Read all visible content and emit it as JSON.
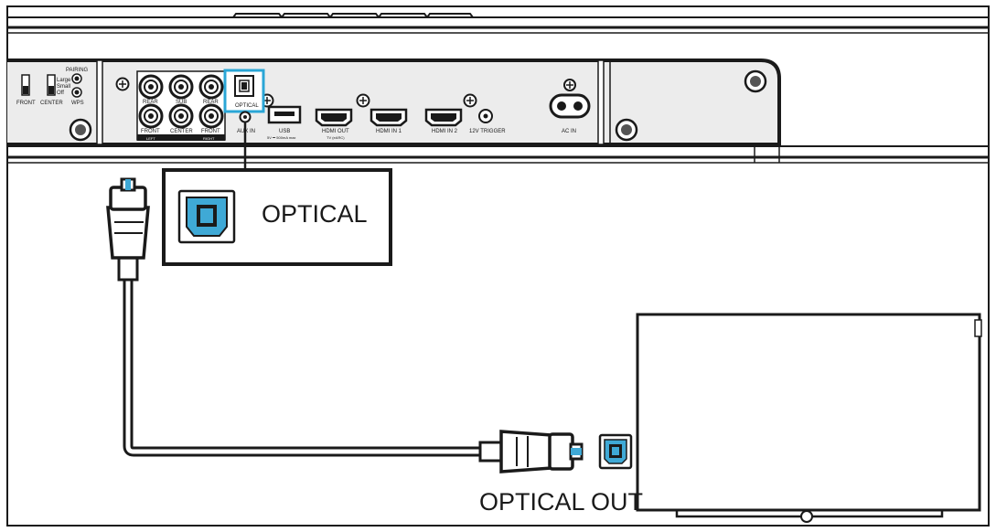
{
  "diagram": {
    "switches": {
      "front": "FRONT",
      "center": "CENTER",
      "large": "Large",
      "small": "Small",
      "off": "Off",
      "pairing": "PAIRING",
      "wps": "WPS"
    },
    "rca_jacks": {
      "rear_left": "REAR",
      "sub": "SUB",
      "rear_right": "REAR",
      "front_left": "FRONT",
      "center": "CENTER",
      "front_right": "FRONT",
      "left": "LEFT",
      "right": "RIGHT"
    },
    "ports": {
      "optical": "OPTICAL",
      "aux_in": "AUX IN",
      "usb": "USB",
      "usb_spec": "5V ⎓ 500mA max",
      "hdmi_out": "HDMI OUT",
      "hdmi_out_sub": "TV (eARC)",
      "hdmi_in_1": "HDMI IN 1",
      "hdmi_in_2": "HDMI IN 2",
      "trigger": "12V TRIGGER",
      "ac_in": "AC IN"
    },
    "callout_label": "OPTICAL",
    "tv_port_label": "OPTICAL OUT",
    "colors": {
      "highlight": "#2aa6d6",
      "port_fill": "#3fa9d6",
      "line": "#1a1a1a"
    }
  }
}
